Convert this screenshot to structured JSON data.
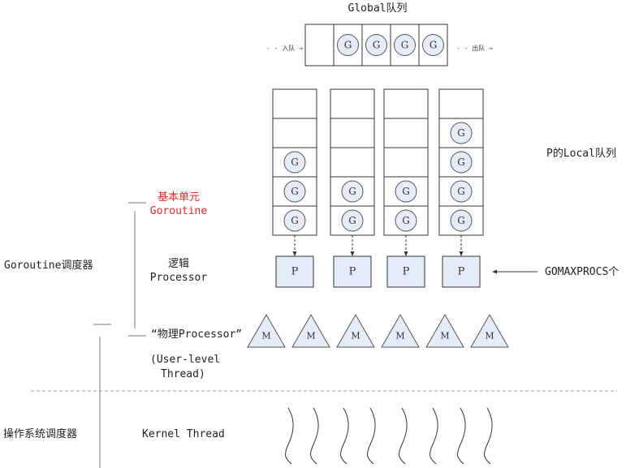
{
  "global_queue": {
    "title": "Global队列",
    "enqueue_label": "入队",
    "dequeue_label": "出队",
    "slots": [
      "",
      "G",
      "G",
      "G",
      "G"
    ]
  },
  "local_queues": {
    "label": "P的Local队列",
    "queues": [
      {
        "slots": [
          "",
          "",
          "G",
          "G",
          "G"
        ]
      },
      {
        "slots": [
          "",
          "",
          "",
          "G",
          "G"
        ]
      },
      {
        "slots": [
          "",
          "",
          "",
          "G",
          "G"
        ]
      },
      {
        "slots": [
          "",
          "G",
          "G",
          "G",
          "G"
        ]
      }
    ]
  },
  "processors": {
    "label": "P",
    "count": 4,
    "gomaxprocs_label": "GOMAXPROCS个"
  },
  "machines": {
    "label": "M",
    "count": 6
  },
  "kernel_threads": {
    "count": 8
  },
  "labels": {
    "goroutine_scheduler": "Goroutine调度器",
    "basic_unit_cn": "基本单元",
    "basic_unit_en": "Goroutine",
    "logical_cn": "逻辑",
    "logical_en": "Processor",
    "physical_processor": "“物理Processor”",
    "user_level_1": "(User-level",
    "user_level_2": "Thread)",
    "os_scheduler": "操作系统调度器",
    "kernel_thread": "Kernel Thread",
    "goroutine_glyph": "G"
  },
  "colors": {
    "node_fill": "#e6ecf7",
    "stroke": "#444444",
    "red_text": "#e8262b"
  }
}
